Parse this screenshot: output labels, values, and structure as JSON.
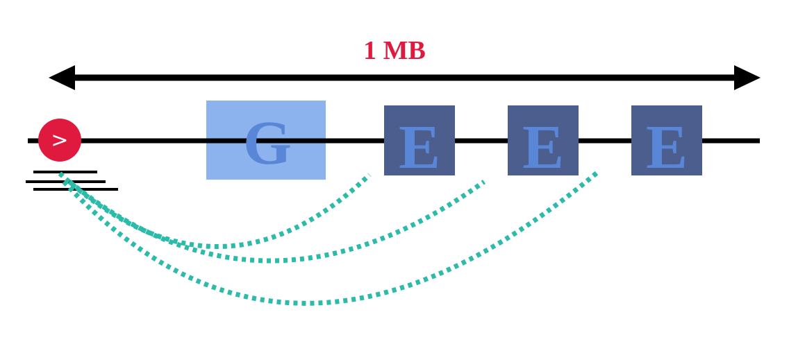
{
  "scale": {
    "label": "1 MB",
    "color": "#e0193f"
  },
  "promoter": {
    "symbol": ">",
    "color": "#e0193f"
  },
  "gene": {
    "letter": "G",
    "fill": "#8db3ee",
    "letter_color": "#5a86d8"
  },
  "enhancers": [
    {
      "letter": "E"
    },
    {
      "letter": "E"
    },
    {
      "letter": "E"
    }
  ],
  "enhancer_style": {
    "fill": "#4b5e8e",
    "letter_color": "#5a86d8"
  },
  "loop_color": "#2bbba8",
  "line_color": "#000000"
}
